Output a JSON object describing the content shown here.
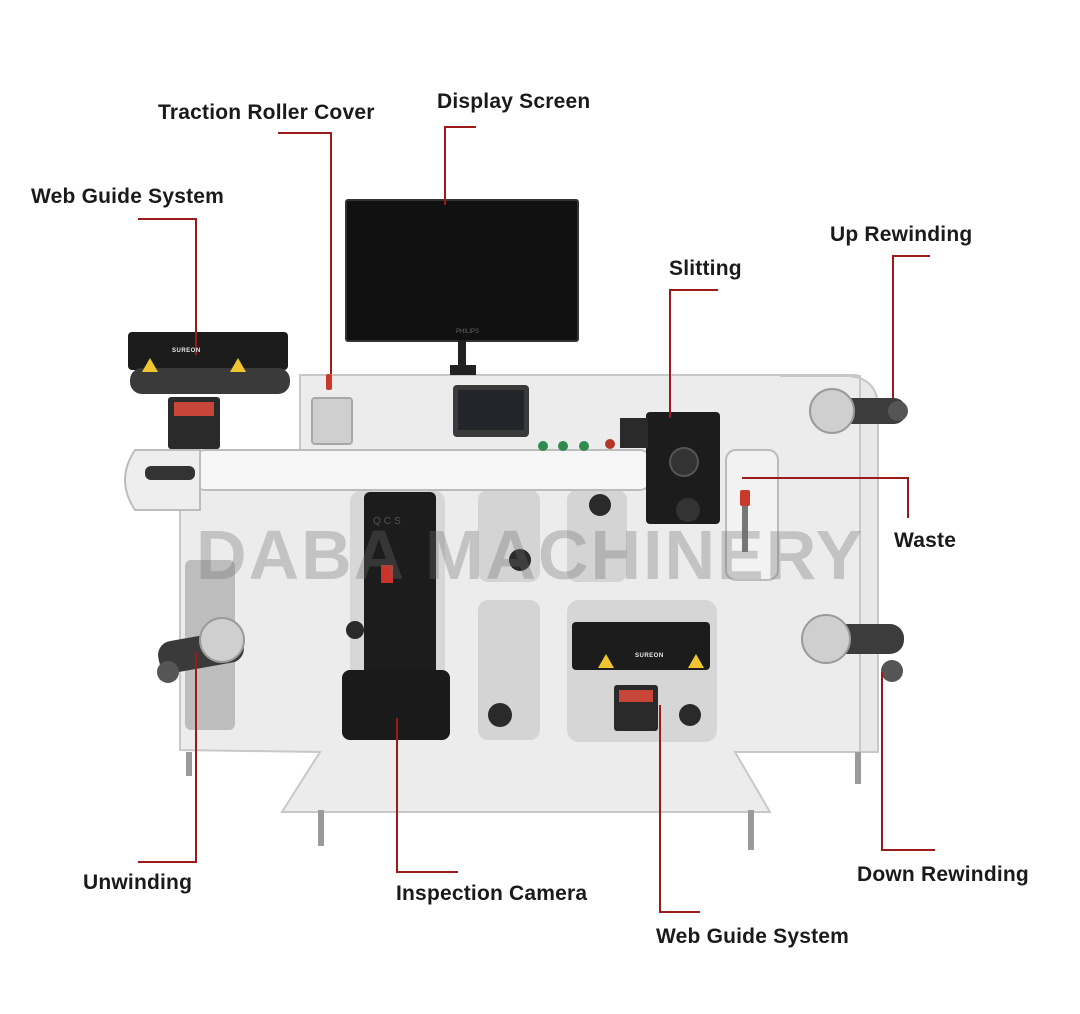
{
  "callouts": {
    "traction_roller_cover": "Traction Roller Cover",
    "display_screen": "Display Screen",
    "web_guide_top": "Web Guide System",
    "up_rewinding": "Up Rewinding",
    "slitting": "Slitting",
    "waste": "Waste",
    "unwinding": "Unwinding",
    "inspection_camera": "Inspection Camera",
    "down_rewinding": "Down Rewinding",
    "web_guide_bottom": "Web Guide System"
  },
  "watermark": "DABA MACHINERY",
  "screen_brand": "PHILIPS",
  "camera_brand": "QCS",
  "guide_vendor": "SUREON",
  "colors": {
    "leader_line": "#9b1b1b",
    "frame": "#ececec",
    "frame_edge": "#c8c8c8",
    "dark_part": "#1e1e1e",
    "label_text": "#1a1a1a"
  }
}
